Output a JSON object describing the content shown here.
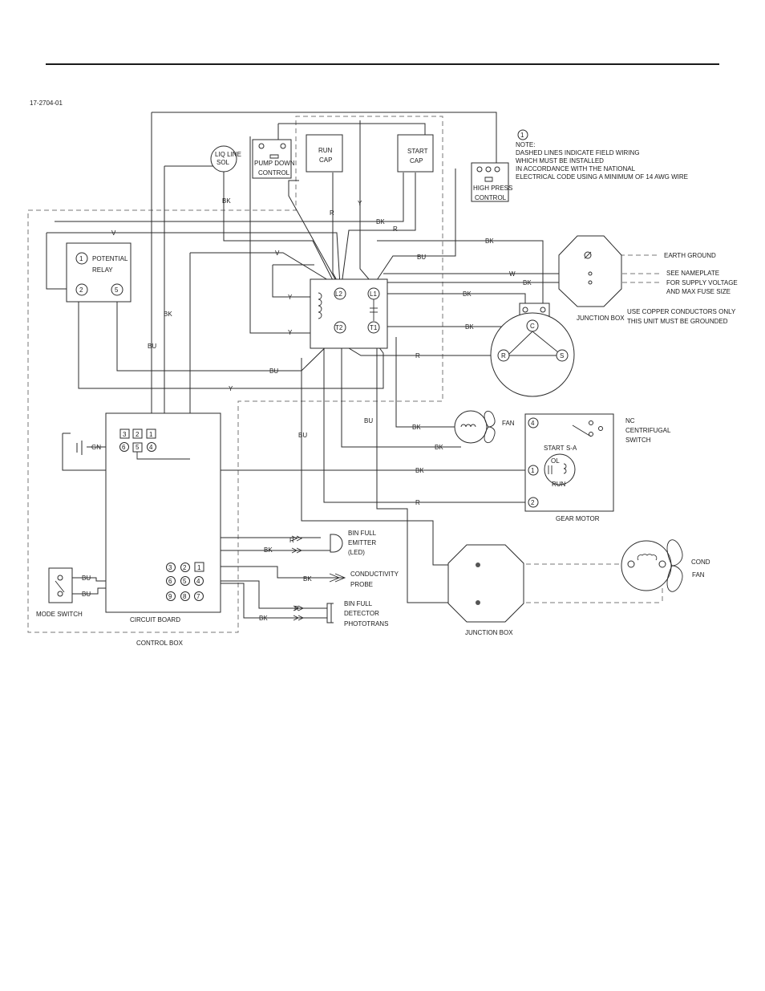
{
  "drawing_number": "17-2704-01",
  "note": {
    "badge": "1",
    "lines": [
      "NOTE:",
      "DASHED LINES INDICATE FIELD WIRING",
      "WHICH MUST BE INSTALLED",
      "IN ACCORDANCE WITH THE NATIONAL",
      "ELECTRICAL CODE USING A MINIMUM OF 14 AWG WIRE"
    ]
  },
  "components": {
    "liq_line_sol": [
      "LIQ LINE",
      "SOL"
    ],
    "pump_down": [
      "PUMP DOWN",
      "CONTROL"
    ],
    "run_cap": [
      "RUN",
      "CAP"
    ],
    "start_cap": [
      "START",
      "CAP"
    ],
    "high_press": [
      "HIGH PRESS",
      "CONTROL"
    ],
    "potential_relay": [
      "POTENTIAL",
      "RELAY"
    ],
    "junction_box_top": "JUNCTION BOX",
    "junction_box_bottom": "JUNCTION BOX",
    "fan": "FAN",
    "gear_motor": "GEAR MOTOR",
    "centrifugal_switch": [
      "NC",
      "CENTRIFUGAL",
      "SWITCH"
    ],
    "gear_start": "START",
    "gear_sa": "S-A",
    "gear_ol": "OL",
    "gear_run": "RUN",
    "bin_full_emitter": [
      "BIN FULL",
      "EMITTER",
      "(LED)"
    ],
    "conductivity_probe": [
      "CONDUCTIVITY",
      "PROBE"
    ],
    "bin_full_detector": [
      "BIN FULL",
      "DETECTOR",
      "PHOTOTRANS"
    ],
    "cond_fan": [
      "COND",
      "FAN"
    ],
    "mode_switch": "MODE SWITCH",
    "circuit_board": "CIRCUIT BOARD",
    "control_box": "CONTROL BOX"
  },
  "right_notes": {
    "earth_ground": "EARTH GROUND",
    "nameplate": [
      "SEE NAMEPLATE",
      "FOR SUPPLY VOLTAGE",
      "AND MAX FUSE SIZE"
    ],
    "copper": [
      "USE COPPER CONDUCTORS ONLY",
      "THIS UNIT MUST BE GROUNDED"
    ]
  },
  "terminals": {
    "relay": [
      "1",
      "2",
      "5"
    ],
    "contactor": [
      "L2",
      "L1",
      "T2",
      "T1"
    ],
    "compressor": [
      "C",
      "R",
      "S"
    ],
    "board_top": [
      "3",
      "2",
      "1",
      "6",
      "5",
      "4"
    ],
    "board_bottom": [
      "3",
      "2",
      "1",
      "6",
      "5",
      "4",
      "9",
      "8",
      "7"
    ],
    "gear_motor": [
      "4",
      "1",
      "2"
    ]
  },
  "wire_colors": {
    "bk": "BK",
    "r": "R",
    "y": "Y",
    "v": "V",
    "bu": "BU",
    "w": "W",
    "gn": "GN"
  }
}
